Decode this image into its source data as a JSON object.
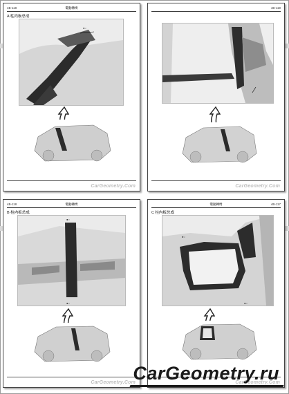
{
  "pages": [
    {
      "header_left": "4B-118",
      "header_center": "電動轉椅",
      "header_right": "",
      "section": "A 柱内板总成",
      "watermark": "CarGeometry.Com"
    },
    {
      "header_left": "",
      "header_center": "",
      "header_right": "4B-119",
      "section": "",
      "watermark": "CarGeometry.Com"
    },
    {
      "header_left": "4B-118",
      "header_center": "電動轉椅",
      "header_right": "",
      "section": "B 柱内板总成",
      "watermark": "CarGeometry.Com"
    },
    {
      "header_left": "",
      "header_center": "電動轉椅",
      "header_right": "4B-117",
      "section": "C 柱内板总成",
      "watermark": "CarGeometry.Com"
    }
  ],
  "site_watermark": "CarGeometry.ru",
  "colors": {
    "page_border": "#444444",
    "figure_bg": "#e9e9e9",
    "watermark_dark": "#1a1a1a"
  }
}
